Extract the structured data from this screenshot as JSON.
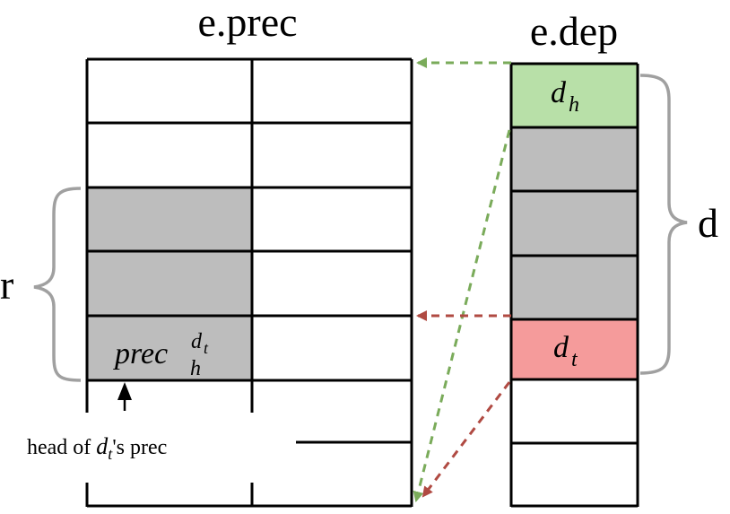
{
  "left_column": {
    "title": "e.prec",
    "cell_label_main": "prec",
    "cell_label_sup": "d",
    "cell_label_sup_sub": "t",
    "cell_label_sub": "h"
  },
  "right_column": {
    "title": "e.dep",
    "head_label_main": "d",
    "head_label_sub": "h",
    "tail_label_main": "d",
    "tail_label_sub": "t"
  },
  "brace_labels": {
    "left": "r",
    "right": "d"
  },
  "caption": {
    "prefix": "head of ",
    "math_main": "d",
    "math_sub": "t",
    "suffix": "'s prec"
  },
  "colors": {
    "green_cell": "#b8e0a8",
    "red_cell": "#f59b9b",
    "gray_cell": "#bdbdbd",
    "green_arrow": "#7aab5a",
    "red_arrow": "#b04a42",
    "brace": "#a0a0a0",
    "line": "#000000"
  }
}
